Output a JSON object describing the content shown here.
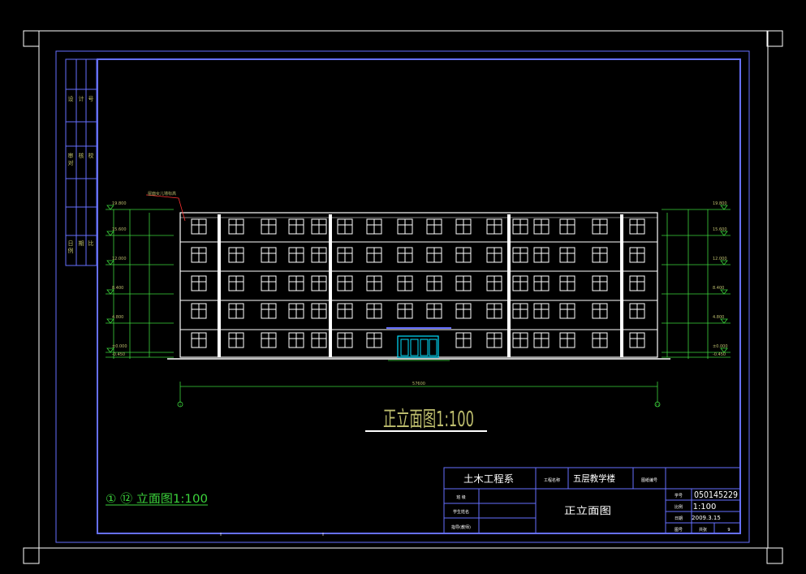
{
  "sheet": {
    "drawing_title": "正立面图1:100",
    "sub_title": "①  ⑫  立面图1:100",
    "overall_dimension": "57600"
  },
  "axes": {
    "left": "1",
    "right": "12"
  },
  "levels_left": [
    "19.800",
    "15.600",
    "12.000",
    "8.400",
    "4.800",
    "±0.000",
    "-0.450"
  ],
  "levels_right": [
    "19.800",
    "15.600",
    "12.000",
    "8.400",
    "4.800",
    "±0.000",
    "-0.450"
  ],
  "annotation": "屋面女儿墙标高",
  "side_table": {
    "groups": [
      [
        "设",
        "计",
        "号"
      ],
      [
        "审",
        "核",
        "校",
        "对"
      ],
      [
        "日",
        "期",
        "比",
        "例"
      ]
    ]
  },
  "title_block": {
    "department": "土木工程系",
    "project_label": "工程名称",
    "project_name": "五层教学楼",
    "drawing_no_label": "图纸编号",
    "row_student": "班  级",
    "row_name": "学生姓名",
    "row_teacher": "指导(教师)",
    "drawing_name": "正立面图",
    "student_no_label": "学号",
    "student_no": "050145229",
    "scale_label": "比例",
    "scale": "1:100",
    "date_label": "日期",
    "date": "2009.3.15",
    "sheet_label": "图号",
    "sheet_count_label": "共张",
    "sheet_no": "9"
  },
  "colors": {
    "frame": "#ffffff",
    "border": "#6670ff",
    "dimension": "#3cd43c",
    "text": "#bebe6e",
    "door": "#00e0ff",
    "leader": "#ff3030"
  }
}
